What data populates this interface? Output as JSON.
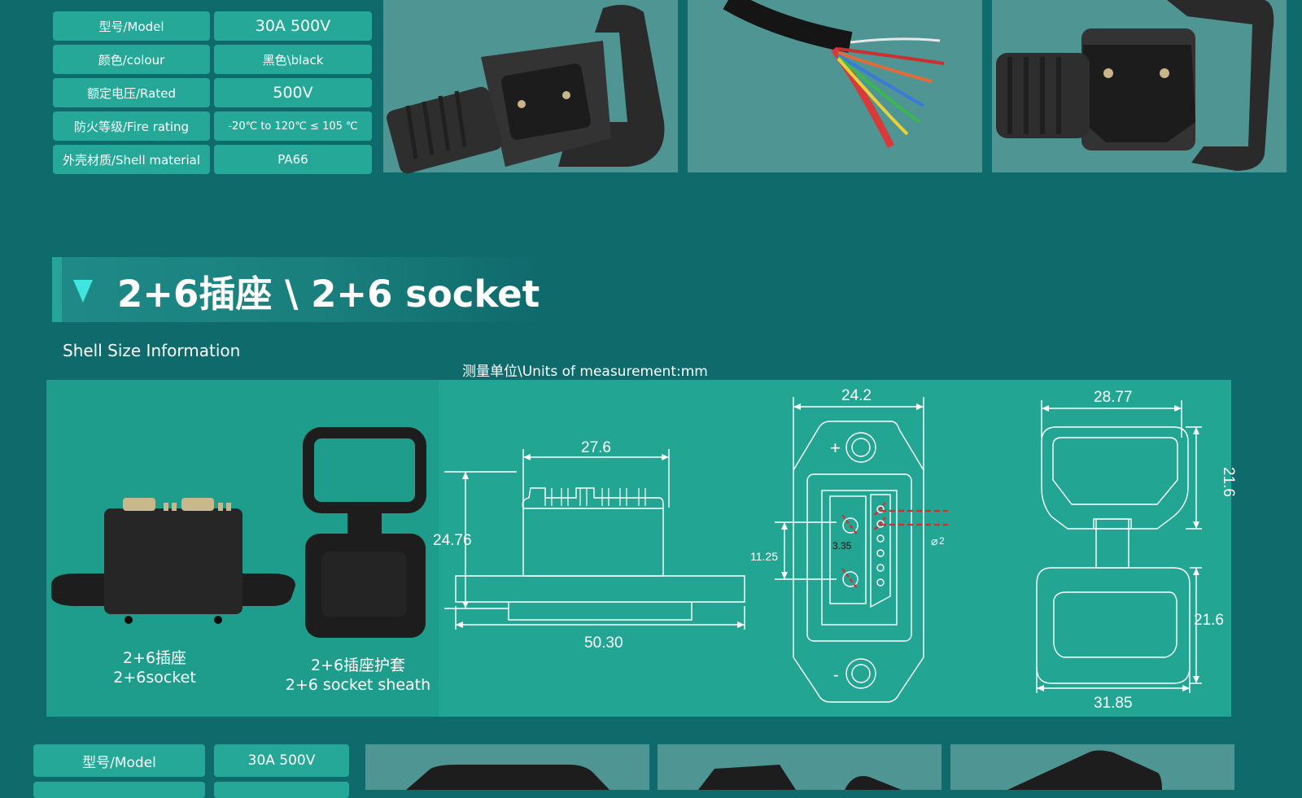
{
  "spec_table_top": [
    {
      "label": "型号/Model",
      "value": "30A   500V"
    },
    {
      "label": "颜色/colour",
      "value": "黑色\\black"
    },
    {
      "label": "额定电压/Rated",
      "value": "500V"
    },
    {
      "label": "防火等级/Fire rating",
      "value": "-20℃ to 120℃    ≤ 105 ℃"
    },
    {
      "label": "外壳材质/Shell material",
      "value": "PA66"
    }
  ],
  "section": {
    "icon": "triangle-down-icon",
    "title": "2+6插座 \\ 2+6 socket"
  },
  "shell_size_label": "Shell Size Information",
  "units_label": "测量单位\\Units of measurement:mm",
  "products": {
    "socket_caption_cn": "2+6插座",
    "socket_caption_en": "2+6socket",
    "sheath_caption_cn": "2+6插座护套",
    "sheath_caption_en": "2+6 socket sheath"
  },
  "dimensions": {
    "side_top_width": "27.6",
    "side_height": "24.76",
    "side_bottom_width": "50.30",
    "front_width": "24.2",
    "front_pin_spacing": "11.25",
    "front_pin_dia": "3.35",
    "front_small_pin": "2",
    "front_plus": "+",
    "front_minus": "-",
    "sheath_width": "28.77",
    "sheath_top_height": "21.6",
    "sheath_bottom_height": "21.6",
    "sheath_bottom_width": "31.85"
  },
  "spec_table_bottom": [
    {
      "label": "型号/Model",
      "value": "30A  500V"
    }
  ],
  "colors": {
    "background": "#0f6a6c",
    "cell": "#25a897",
    "panel": "#23a594",
    "accent_triangle": "#3fe6df",
    "dimension_red": "#e0262b"
  }
}
